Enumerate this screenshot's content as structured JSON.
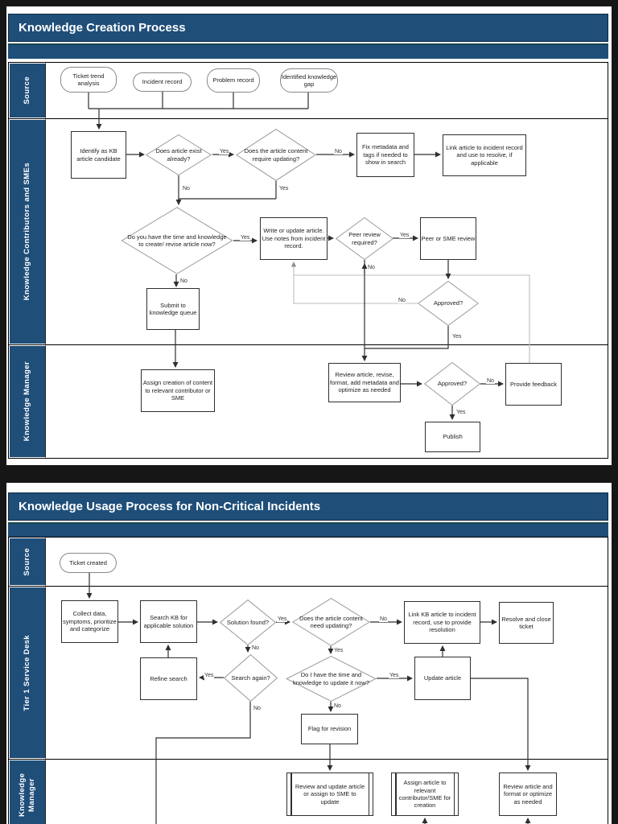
{
  "labels": {
    "yes": "Yes",
    "no": "No"
  },
  "colors": {
    "accent_blue": "#1f4e79",
    "page_bg": "#ffffff",
    "canvas_bg": "#161616"
  },
  "page1": {
    "title": "Knowledge Creation Process",
    "lanes": [
      {
        "label": "Source"
      },
      {
        "label": "Knowledge Contributors and SMEs"
      },
      {
        "label": "Knowledge Manager"
      }
    ],
    "nodes": {
      "ticket_trend": {
        "type": "terminator",
        "label": "Ticket trend analysis"
      },
      "incident_record": {
        "type": "terminator",
        "label": "Incident record"
      },
      "problem_record": {
        "type": "terminator",
        "label": "Problem record"
      },
      "identified_gap": {
        "type": "terminator",
        "label": "Identified knowledge gap"
      },
      "identify_kb": {
        "type": "process",
        "label": "Identify as KB article candidate"
      },
      "d_exist": {
        "type": "decision",
        "label": "Does article exist already?"
      },
      "d_require": {
        "type": "decision",
        "label": "Does the article content require updating?"
      },
      "fix_metadata": {
        "type": "process",
        "label": "Fix metadata and tags if needed to show in search"
      },
      "link_article": {
        "type": "process",
        "label": "Link article to incident record and use to resolve, if applicable"
      },
      "d_time": {
        "type": "decision",
        "label": "Do you have the time and knowledge to create/ revise article now?"
      },
      "write_update": {
        "type": "process",
        "label": "Write or update article. Use notes from incident record."
      },
      "d_peer": {
        "type": "decision",
        "label": "Peer review required?"
      },
      "peer_sme": {
        "type": "process",
        "label": "Peer or SME review"
      },
      "submit_queue": {
        "type": "process",
        "label": "Submit to knowledge queue"
      },
      "approved1": {
        "type": "decision",
        "label": "Approved?"
      },
      "assign_creation": {
        "type": "process",
        "label": "Assign creation of content to relevant contributor or SME"
      },
      "review_revise": {
        "type": "process",
        "label": "Review article, revise, format, add metadata and optimize as needed"
      },
      "approved2": {
        "type": "decision",
        "label": "Approved?"
      },
      "provide_feedback": {
        "type": "process",
        "label": "Provide feedback"
      },
      "publish": {
        "type": "process",
        "label": "Publish"
      }
    }
  },
  "page2": {
    "title": "Knowledge Usage Process for Non-Critical Incidents",
    "lanes": [
      {
        "label": "Source"
      },
      {
        "label": "Tier 1 Service Desk"
      },
      {
        "label": "Knowledge Manager"
      }
    ],
    "nodes": {
      "ticket_created": {
        "type": "terminator",
        "label": "Ticket created"
      },
      "collect_data": {
        "type": "process",
        "label": "Collect data, symptoms, prioritize and categorize"
      },
      "search_kb": {
        "type": "process",
        "label": "Search KB for applicable solution"
      },
      "d_solution": {
        "type": "decision",
        "label": "Solution found?"
      },
      "d_need_update": {
        "type": "decision",
        "label": "Does the article content need updating?"
      },
      "link_kb": {
        "type": "process",
        "label": "Link KB article to incident record, use to provide resolution"
      },
      "resolve_close": {
        "type": "process",
        "label": "Resolve and close ticket"
      },
      "refine_search": {
        "type": "process",
        "label": "Refine search"
      },
      "d_search_again": {
        "type": "decision",
        "label": "Search again?"
      },
      "d_have_time": {
        "type": "decision",
        "label": "Do I have the time and knowledge to update it now?"
      },
      "update_article": {
        "type": "process",
        "label": "Update article"
      },
      "flag_revision": {
        "type": "process",
        "label": "Flag for revision"
      },
      "review_update_sme": {
        "type": "subprocess",
        "label": "Review and update article or assign to SME to update"
      },
      "assign_article": {
        "type": "subprocess",
        "label": "Assign article to relevant contributor/SME for creation"
      },
      "review_format": {
        "type": "process",
        "label": "Review article and format or optimize as needed"
      }
    }
  }
}
